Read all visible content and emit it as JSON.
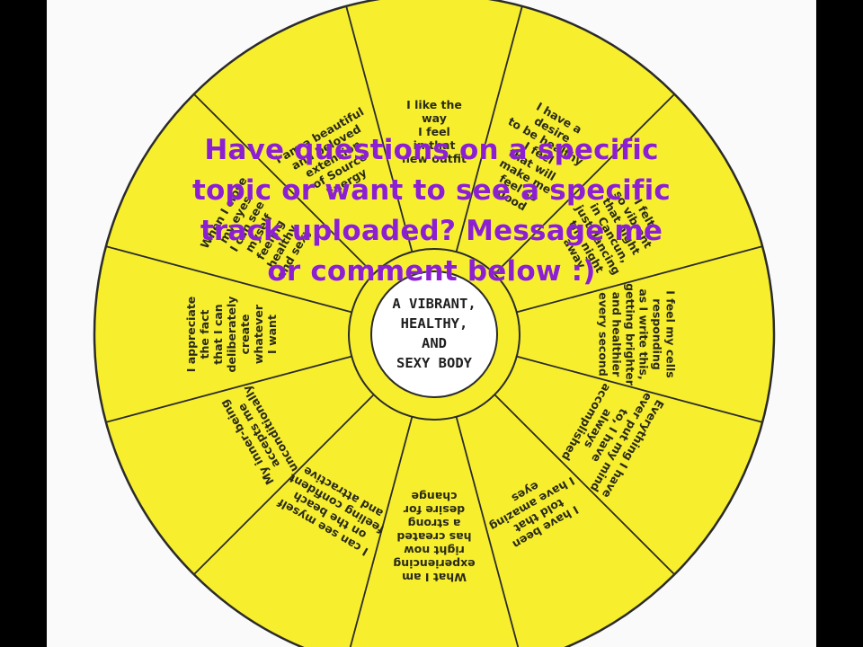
{
  "colors": {
    "wheel_fill": "#f7ef2e",
    "outline": "#2b2b2b",
    "center_fill": "#ffffff",
    "caption_color": "#8c1fd0",
    "page_background": "#fafafa",
    "letterbox": "#000000"
  },
  "wheel": {
    "center_label": [
      "A VIBRANT,",
      "HEALTHY,",
      "AND",
      "SEXY BODY"
    ],
    "segments": [
      {
        "lines": [
          "I like the",
          "way",
          "I feel",
          "in that",
          "new outfit"
        ]
      },
      {
        "lines": [
          "I have a",
          "desire",
          "to be healthy",
          "I feel",
          "that will",
          "make me",
          "feel so",
          "good"
        ]
      },
      {
        "lines": [
          "I felt",
          "so vibrant",
          "that night",
          "in Cancun,",
          "just dancing",
          "the night",
          "away"
        ]
      },
      {
        "lines": [
          "I feel my cells",
          "responding",
          "as I write this,",
          "getting brighter",
          "and healthier",
          "every second"
        ]
      },
      {
        "lines": [
          "Everything I have",
          "ever put my mind",
          "to, I have",
          "always",
          "accomplished"
        ]
      },
      {
        "lines": [
          "I have been",
          "told that",
          "I have amazing",
          "eyes"
        ]
      },
      {
        "lines": [
          "What I am",
          "experiencing",
          "right now",
          "has created",
          "a strong",
          "desire for",
          "change"
        ]
      },
      {
        "lines": [
          "I can see myself",
          "on the beach",
          "feeling confident",
          "and attractive"
        ]
      },
      {
        "lines": [
          "My inner-being",
          "accepts me",
          "unconditionally"
        ]
      },
      {
        "lines": [
          "I appreciate",
          "the fact",
          "that I can",
          "deliberately",
          "create",
          "whatever",
          "I want"
        ]
      },
      {
        "lines": [
          "When I close",
          "my eyes",
          "I can see",
          "myself",
          "feeling",
          "healthy",
          "and sexy"
        ]
      },
      {
        "lines": [
          "I am a beautiful",
          "and beloved",
          "extension",
          "of Source",
          "Energy"
        ]
      }
    ]
  },
  "overlay": {
    "caption": "Have questions on a specific topic or want to see a specific track uploaded? Message me or comment below :)"
  }
}
